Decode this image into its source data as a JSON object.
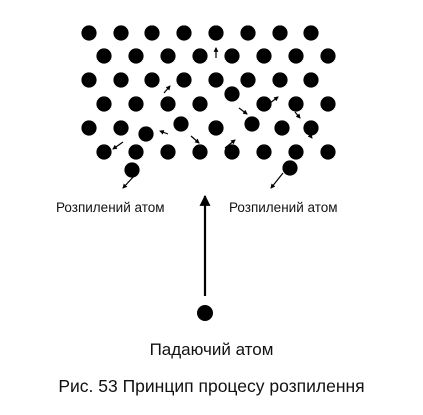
{
  "labels": {
    "sputtered_left": "Розпилений атом",
    "sputtered_right": "Розпилений атом",
    "incident": "Падаючий атом",
    "caption": "Рис. 53 Принцип процесу розпилення"
  },
  "colors": {
    "atom": "#000000",
    "background": "#ffffff"
  }
}
